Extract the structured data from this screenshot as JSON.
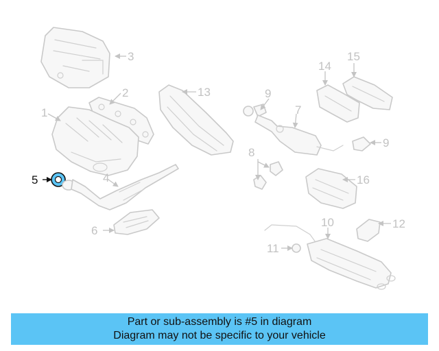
{
  "callouts": {
    "c1": "1",
    "c2": "2",
    "c3": "3",
    "c4": "4",
    "c5": "5",
    "c6": "6",
    "c7": "7",
    "c8": "8",
    "c9a": "9",
    "c9b": "9",
    "c10": "10",
    "c11": "11",
    "c12": "12",
    "c13": "13",
    "c14": "14",
    "c15": "15",
    "c16": "16"
  },
  "highlighted_part": "5",
  "colors": {
    "highlight": "#5bc4f5",
    "banner": "#5bc4f5",
    "part_line": "#c9c9c9",
    "callout": "#c2c2c2"
  },
  "banner": {
    "line1": "Part or sub-assembly is #5 in diagram",
    "line2": "Diagram may not be specific to your vehicle"
  }
}
